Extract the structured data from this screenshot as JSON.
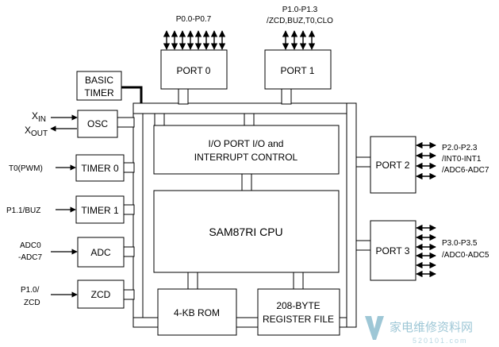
{
  "blocks": {
    "port0": "PORT 0",
    "port1": "PORT 1",
    "port2": "PORT 2",
    "port3": "PORT 3",
    "basic_timer_l1": "BASIC",
    "basic_timer_l2": "TIMER",
    "osc": "OSC",
    "timer0": "TIMER 0",
    "timer1": "TIMER  1",
    "adc": "ADC",
    "zcd": "ZCD",
    "io_l1": "I/O PORT I/O and",
    "io_l2": "INTERRUPT CONTROL",
    "cpu": "SAM87RI CPU",
    "rom": "4-KB ROM",
    "reg_l1": "208-BYTE",
    "reg_l2": "REGISTER FILE"
  },
  "pins": {
    "p0": "P0.0-P0.7",
    "p1_l1": "P1.0-P1.3",
    "p1_l2": "/ZCD,BUZ,T0,CLO",
    "p2_l1": "P2.0-P2.3",
    "p2_l2": "/INT0-INT1",
    "p2_l3": "/ADC6-ADC7",
    "p3_l1": "P3.0-P3.5",
    "p3_l2": "/ADC0-ADC5",
    "xin_main": "X",
    "xin_sub": "IN",
    "xout_main": "X",
    "xout_sub": "OUT",
    "t0": "T0(PWM)",
    "p11": "P1.1/BUZ",
    "adc_l1": "ADC0",
    "adc_l2": "-ADC7",
    "zcd_l1": "P1.0/",
    "zcd_l2": "ZCD"
  },
  "watermark": {
    "main": "家电维修资料网",
    "sub": "520101.com"
  }
}
